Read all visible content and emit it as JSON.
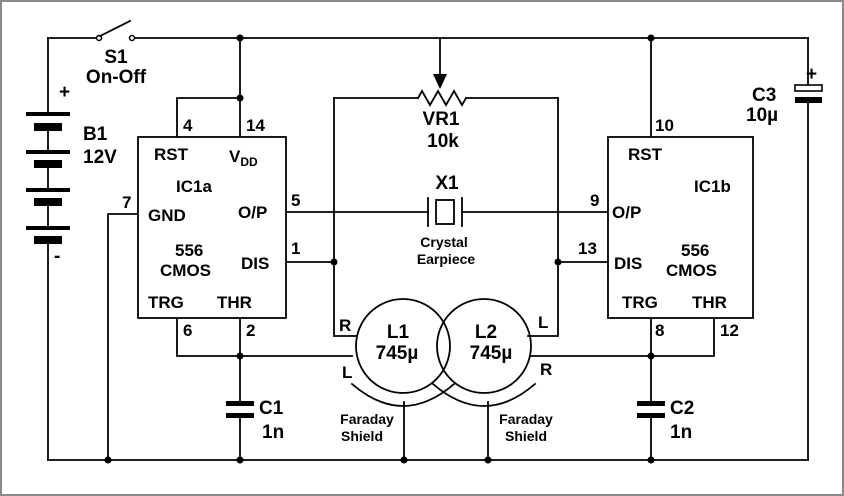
{
  "switch": {
    "ref": "S1",
    "desc": "On-Off"
  },
  "battery": {
    "ref": "B1",
    "value": "12V",
    "plus": "+",
    "minus": "-"
  },
  "ic1a": {
    "rst": "RST",
    "vdd_main": "V",
    "vdd_sub": "DD",
    "name": "IC1a",
    "gnd": "GND",
    "op": "O/P",
    "type1": "556",
    "type2": "CMOS",
    "dis": "DIS",
    "trg": "TRG",
    "thr": "THR",
    "pin_rst": "4",
    "pin_vdd": "14",
    "pin_gnd": "7",
    "pin_op": "5",
    "pin_dis": "1",
    "pin_trg": "6",
    "pin_thr": "2"
  },
  "ic1b": {
    "rst": "RST",
    "name": "IC1b",
    "op": "O/P",
    "type1": "556",
    "type2": "CMOS",
    "dis": "DIS",
    "trg": "TRG",
    "thr": "THR",
    "pin_rst": "10",
    "pin_op": "9",
    "pin_dis": "13",
    "pin_trg": "8",
    "pin_thr": "12"
  },
  "vr1": {
    "ref": "VR1",
    "value": "10k"
  },
  "x1": {
    "ref": "X1",
    "desc1": "Crystal",
    "desc2": "Earpiece"
  },
  "l1": {
    "ref": "L1",
    "value": "745µ",
    "end_r": "R",
    "end_l": "L"
  },
  "l2": {
    "ref": "L2",
    "value": "745µ",
    "end_l": "L",
    "end_r": "R"
  },
  "shield": {
    "line1": "Faraday",
    "line2": "Shield"
  },
  "c1": {
    "ref": "C1",
    "value": "1n"
  },
  "c2": {
    "ref": "C2",
    "value": "1n"
  },
  "c3": {
    "ref": "C3",
    "value": "10µ",
    "plus": "+"
  }
}
